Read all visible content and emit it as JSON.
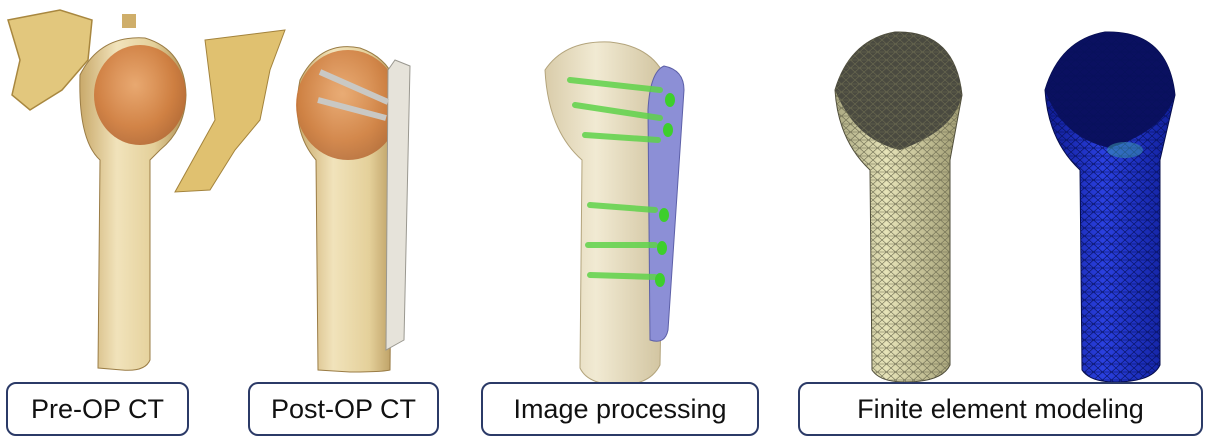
{
  "panels": [
    {
      "label": "Pre-OP CT"
    },
    {
      "label": "Post-OP CT"
    },
    {
      "label": "Image processing"
    },
    {
      "label": "Finite element modeling"
    }
  ],
  "colors": {
    "bone": "#e9d8a6",
    "bone_shade": "#b79a55",
    "humeral_head": "#d98a4a",
    "plate": "#8c8fd6",
    "screw": "#5fd34a",
    "mesh": "#d9d6a8",
    "mesh_head": "#4a4a40",
    "fe_blue": "#1b2fd0",
    "label_border": "#2b3a67"
  },
  "icons": [
    "pre-op-ct-bone-image",
    "post-op-ct-bone-image",
    "segmented-bone-plate-image",
    "fe-mesh-image",
    "fe-stress-image"
  ]
}
